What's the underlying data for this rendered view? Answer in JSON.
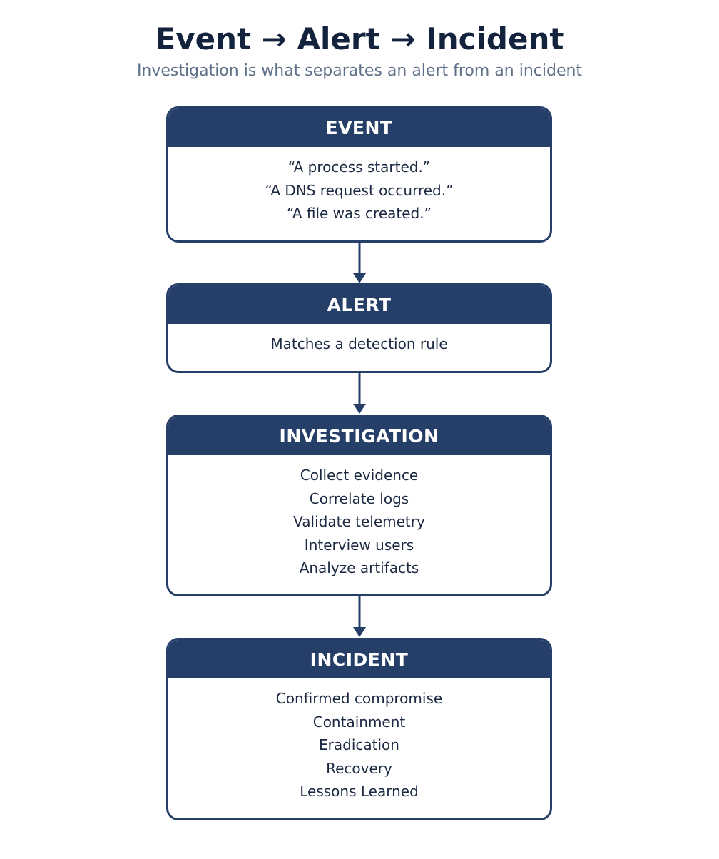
{
  "header": {
    "title": "Event → Alert → Incident",
    "subtitle": "Investigation is what separates an alert from an incident"
  },
  "colors": {
    "accent": "#263f69",
    "title_text": "#13233d",
    "subtitle_text": "#5e7189",
    "body_text": "#1b2942",
    "background": "#ffffff"
  },
  "stages": [
    {
      "title": "EVENT",
      "lines": [
        "“A process started.”",
        "“A DNS request occurred.”",
        "“A file was created.”"
      ]
    },
    {
      "title": "ALERT",
      "lines": [
        "Matches a detection rule"
      ]
    },
    {
      "title": "INVESTIGATION",
      "lines": [
        "Collect evidence",
        "Correlate logs",
        "Validate telemetry",
        "Interview users",
        "Analyze artifacts"
      ]
    },
    {
      "title": "INCIDENT",
      "lines": [
        "Confirmed compromise",
        "Containment",
        "Eradication",
        "Recovery",
        "Lessons Learned"
      ]
    }
  ]
}
